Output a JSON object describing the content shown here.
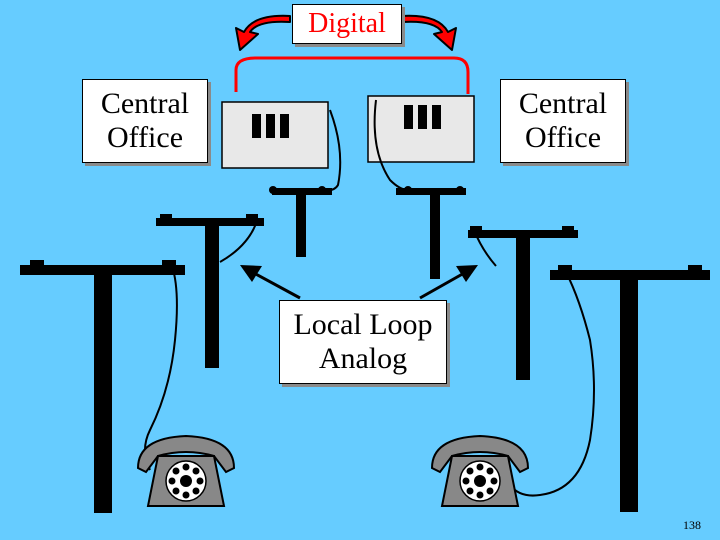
{
  "diagram": {
    "digital_label": "Digital",
    "central_office_left": {
      "line1": "Central",
      "line2": "Office"
    },
    "central_office_right": {
      "line1": "Central",
      "line2": "Office"
    },
    "local_loop": {
      "line1": "Local Loop",
      "line2": "Analog"
    },
    "page_number": "138"
  },
  "colors": {
    "background": "#66ccff",
    "digital_accent": "#ff0000",
    "switch_panel": "#e8e8e8",
    "phone_body": "#888888"
  },
  "icons": [
    "switch-panel-icon",
    "telephone-pole-icon",
    "rotary-phone-icon",
    "curved-arrow-icon"
  ]
}
